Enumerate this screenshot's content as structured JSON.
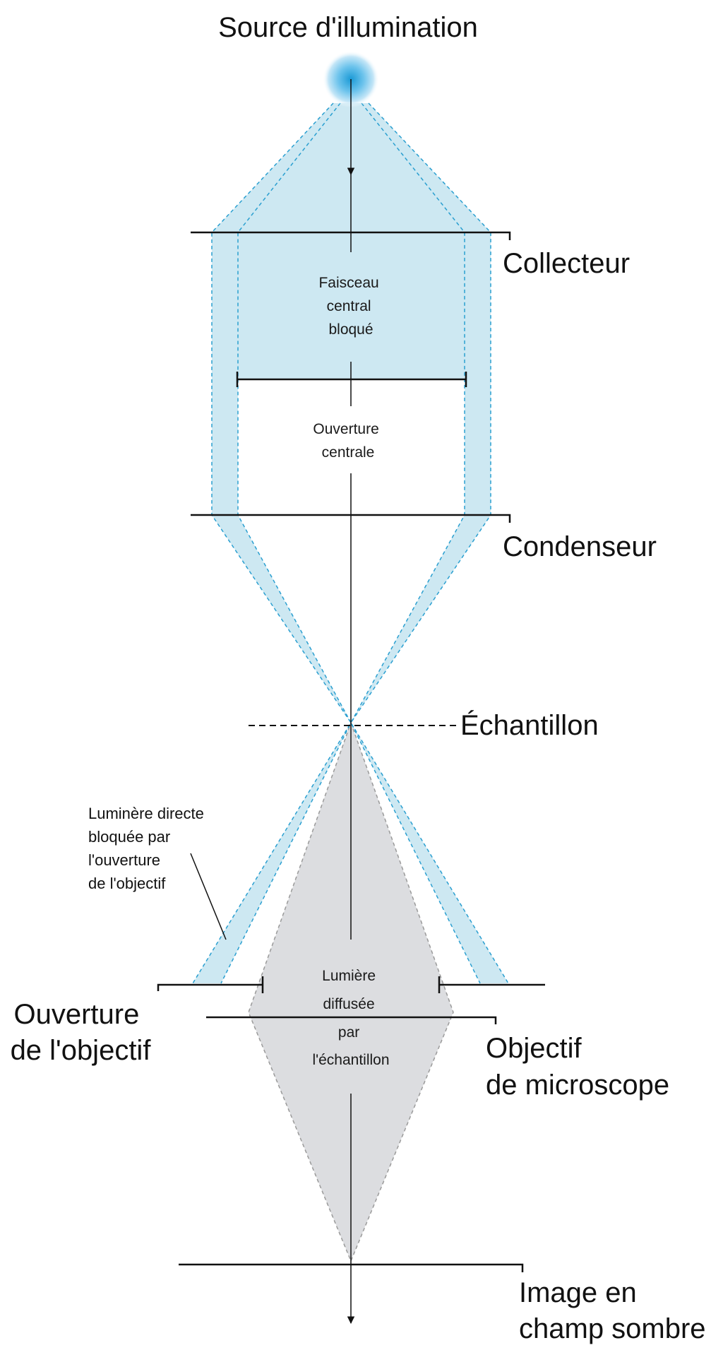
{
  "labels": {
    "source": "Source d'illumination",
    "collector": "Collecteur",
    "condenser": "Condenseur",
    "sample": "Échantillon",
    "objective_aperture": [
      "Ouverture",
      "de l'objectif"
    ],
    "objective": [
      "Objectif",
      "de microscope"
    ],
    "image": [
      "Image en",
      "champ sombre"
    ],
    "blocked_beam": [
      "Faisceau",
      "central",
      "bloqué"
    ],
    "central_aperture": [
      "Ouverture",
      "centrale"
    ],
    "scattered_light": [
      "Lumière",
      "diffusée",
      "par",
      "l'échantillon"
    ],
    "direct_light_blocked": [
      "Luminère directe",
      "bloquée par",
      "l'ouverture",
      "de l'objectif"
    ]
  },
  "colors": {
    "light_fill": "#cde8f2",
    "light_edge": "#2a9fd0",
    "source_core": "#1b9ad6",
    "scatter_fill": "#dcdde0",
    "scatter_edge": "#9a9a9a",
    "line": "#111111"
  }
}
